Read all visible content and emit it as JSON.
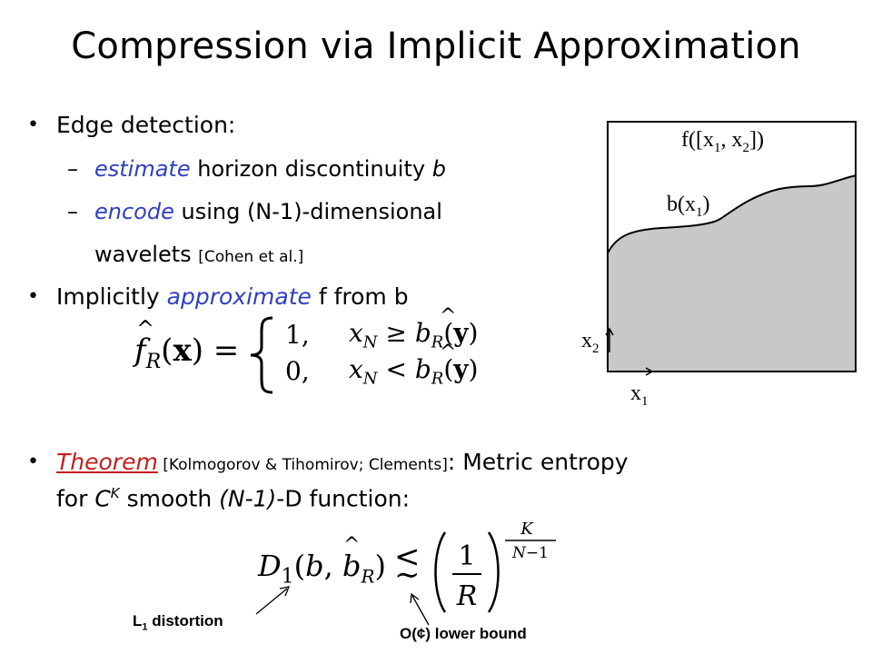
{
  "title": "Compression via Implicit Approximation",
  "bullets": {
    "edge": "Edge detection:",
    "estimate_word": "estimate",
    "estimate_rest": " horizon discontinuity ",
    "estimate_var": "b",
    "encode_word": "encode",
    "encode_rest": " using (N-1)-dimensional",
    "wavelets": "wavelets ",
    "wavelets_cite": "[Cohen et al.]",
    "implicit_pre": "Implicitly ",
    "implicit_word": "approximate",
    "implicit_post": " f from b",
    "theorem_word": "Theorem",
    "theorem_cite": " [Kolmogorov & Tihomirov; Clements]",
    "theorem_rest": ": Metric entropy",
    "theorem_line2_pre": "for ",
    "theorem_C": "C",
    "theorem_K": "K",
    "theorem_line2_mid": " smooth ",
    "theorem_dim": "(N-1)",
    "theorem_line2_post": "-D function:"
  },
  "equation1": {
    "case1_value": "1,",
    "case2_value": "0,"
  },
  "annotations": {
    "l1_prefix": "L",
    "l1_sub": "1",
    "l1_rest": " distortion",
    "lower_bound": "O(¢) lower bound"
  },
  "figure": {
    "f_label": "f([x",
    "f_sub1": "1",
    "f_mid": ", x",
    "f_sub2": "2",
    "f_end": "])",
    "b_label": "b(x",
    "b_sub": "1",
    "b_end": ")",
    "x2_label": "x",
    "x2_sub": "2",
    "x1_label": "x",
    "x1_sub": "1",
    "fill_color": "#c8c8c8"
  }
}
